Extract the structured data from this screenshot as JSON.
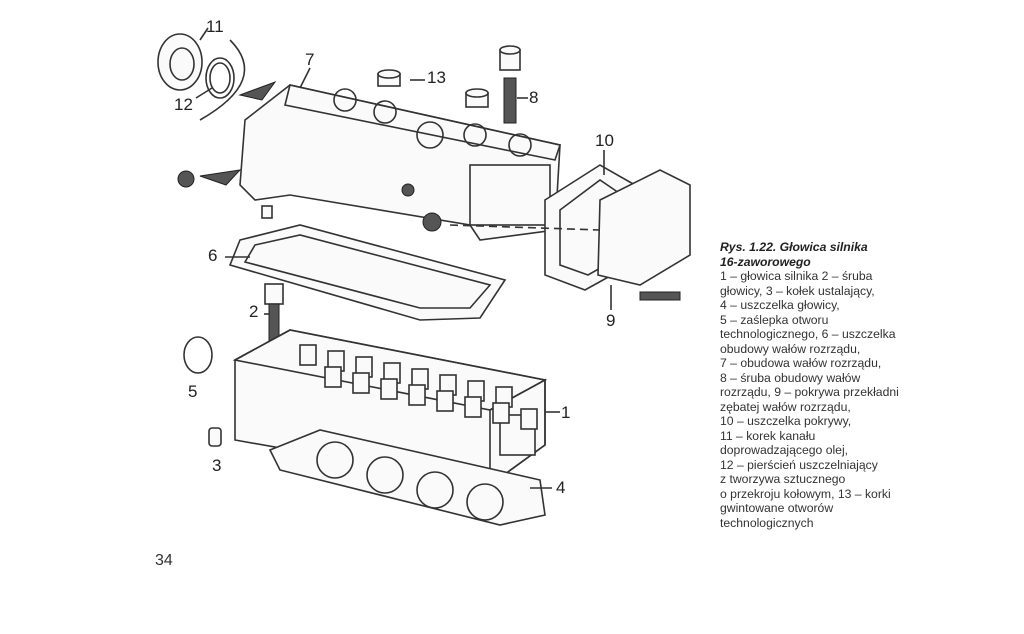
{
  "figure": {
    "labels": {
      "l1": "1",
      "l2": "2",
      "l3": "3",
      "l4": "4",
      "l5": "5",
      "l6": "6",
      "l7": "7",
      "l8": "8",
      "l9": "9",
      "l10": "10",
      "l11": "11",
      "l12": "12",
      "l13": "13"
    }
  },
  "caption": {
    "title_lines": [
      "Rys. 1.22. Głowica silnika",
      "16-zaworowego"
    ],
    "lines": [
      "1 – głowica silnika 2 – śruba",
      "głowicy, 3 – kołek ustalający,",
      "4 – uszczelka głowicy,",
      "5 – zaślepka otworu",
      "technologicznego, 6 – uszczelka",
      "obudowy wałów rozrządu,",
      "7 – obudowa wałów rozrządu,",
      "8 – śruba obudowy wałów",
      "rozrządu, 9 – pokrywa przekładni",
      "zębatej wałów rozrządu,",
      "10 – uszczelka pokrywy,",
      "11 – korek kanału",
      "doprowadzającego olej,",
      "12 – pierścień uszczelniający",
      "z tworzywa sztucznego",
      "o przekroju kołowym, 13 – korki",
      "gwintowane otworów",
      "technologicznych"
    ]
  },
  "page_number": "34"
}
